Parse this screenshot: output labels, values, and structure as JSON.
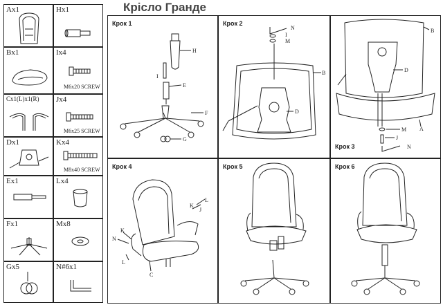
{
  "title": "Крісло Гранде",
  "parts": [
    {
      "label": "A",
      "qty": "x1"
    },
    {
      "label": "H",
      "qty": "x1"
    },
    {
      "label": "B",
      "qty": "x1"
    },
    {
      "label": "I",
      "qty": "x4",
      "note": "M6x20 SCREW"
    },
    {
      "label": "C",
      "qty": "x1(L)x1(R)"
    },
    {
      "label": "J",
      "qty": "x4",
      "note": "M6x25 SCREW"
    },
    {
      "label": "D",
      "qty": "x1"
    },
    {
      "label": "K",
      "qty": "x4",
      "note": "M8x40 SCREW"
    },
    {
      "label": "E",
      "qty": "x1"
    },
    {
      "label": "L",
      "qty": "x4"
    },
    {
      "label": "F",
      "qty": "x1"
    },
    {
      "label": "M",
      "qty": "x8"
    },
    {
      "label": "G",
      "qty": "x5"
    },
    {
      "label": "N",
      "qty": "#6x1"
    }
  ],
  "steps": [
    {
      "label": "Крок 1",
      "callouts": [
        "H",
        "I",
        "E",
        "F",
        "G"
      ]
    },
    {
      "label": "Крок 2",
      "callouts": [
        "N",
        "I",
        "M",
        "B",
        "D"
      ]
    },
    {
      "label": "Крок 3",
      "callouts": [
        "B",
        "D",
        "A",
        "M",
        "J",
        "N"
      ]
    },
    {
      "label": "Крок 4",
      "callouts": [
        "L",
        "K",
        "J",
        "N",
        "K",
        "L",
        "C"
      ]
    },
    {
      "label": "Крок 5",
      "callouts": []
    },
    {
      "label": "Крок 6",
      "callouts": []
    }
  ]
}
